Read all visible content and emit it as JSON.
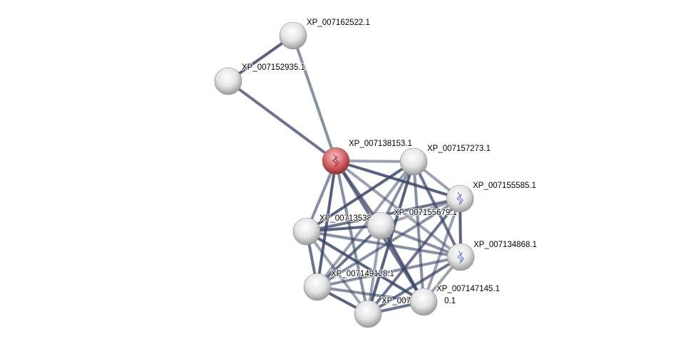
{
  "network": {
    "nodes": [
      {
        "id": "A",
        "label": "XP_007162522.1",
        "color": "#e0e0e0"
      },
      {
        "id": "B",
        "label": "XP_007152935.1",
        "color": "#e0e0e0"
      },
      {
        "id": "C",
        "label": "XP_007138153.1",
        "color": "#d9686d",
        "query": true
      },
      {
        "id": "D",
        "label": "XP_007157273.1",
        "color": "#e0e0e0"
      },
      {
        "id": "E",
        "label": "XP_007155585.1",
        "color": "#e0e0e0",
        "structure": true
      },
      {
        "id": "F",
        "label": "XP_00713538",
        "color": "#e0e0e0"
      },
      {
        "id": "G",
        "label": "XP_007155679.1",
        "color": "#e0e0e0"
      },
      {
        "id": "H",
        "label": "XP_007134868.1",
        "color": "#e0e0e0",
        "structure": true
      },
      {
        "id": "I",
        "label": "XP_007149128.1",
        "color": "#e0e0e0"
      },
      {
        "id": "J",
        "label": "XP_007",
        "label_suffix": "0.1",
        "color": "#e0e0e0"
      },
      {
        "id": "K",
        "label": "XP_007147145.1",
        "color": "#e0e0e0"
      }
    ],
    "edge_color": "#3b4668"
  }
}
